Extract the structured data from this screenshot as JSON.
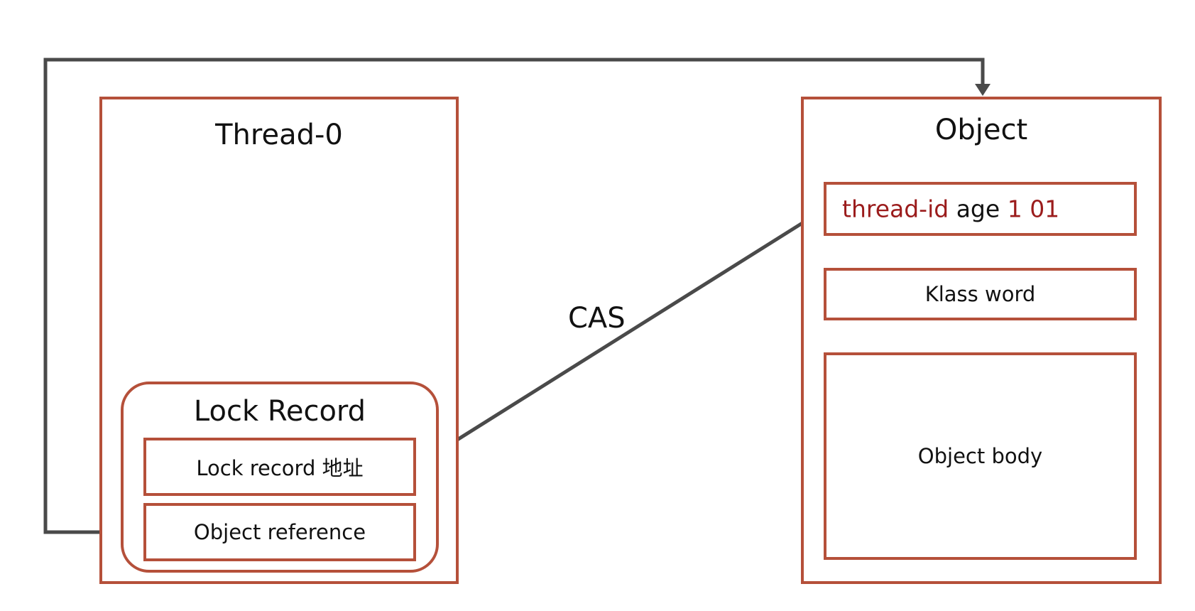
{
  "thread": {
    "title": "Thread-0",
    "lock_record": {
      "title": "Lock Record",
      "address_cell": "Lock record 地址",
      "reference_cell": "Object reference"
    }
  },
  "object": {
    "title": "Object",
    "mark_word": {
      "thread_id": "thread-id",
      "age": "age",
      "biased_bit": "1",
      "lock_bits": "01"
    },
    "klass_word": "Klass word",
    "body": "Object body"
  },
  "edges": {
    "cas_label": "CAS"
  },
  "colors": {
    "box_border": "#b5503a",
    "highlight_text": "#9b1c1c",
    "connector": "#4a4a4a"
  },
  "icons": {
    "connector_arrow": "arrow-head-icon"
  }
}
